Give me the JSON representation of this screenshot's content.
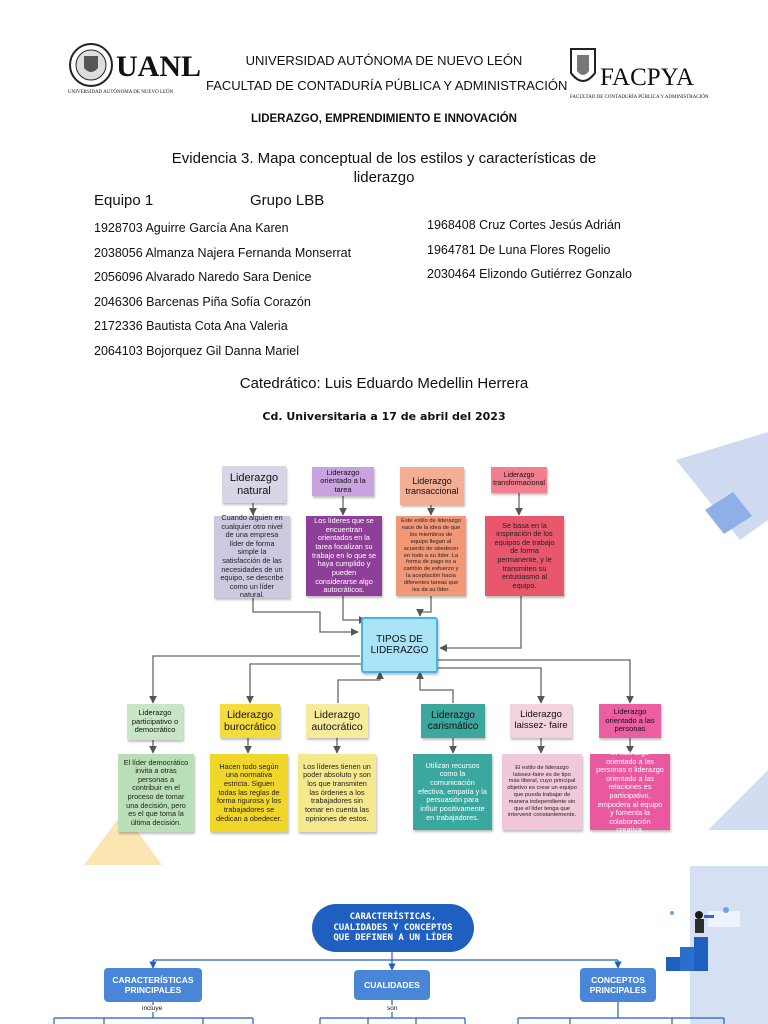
{
  "header": {
    "left_logo_text": "UANL",
    "left_logo_subtext": "UNIVERSIDAD AUTÓNOMA DE NUEVO LEÓN",
    "university": "UNIVERSIDAD AUTÓNOMA DE NUEVO LEÓN",
    "faculty": "FACULTAD DE CONTADURÍA PÚBLICA Y ADMINISTRACIÓN",
    "right_logo_text": "FACPYA",
    "right_logo_subtext": "FACULTAD DE CONTADURÍA PÚBLICA Y ADMINISTRACIÓN"
  },
  "course": "LIDERAZGO, EMPRENDIMIENTO E INNOVACIÓN",
  "title_line1": "Evidencia 3. Mapa conceptual de los estilos y características de",
  "title_line2": "liderazgo",
  "team": "Equipo 1",
  "group": "Grupo LBB",
  "members_left": [
    "1928703 Aguirre García Ana Karen",
    "2038056 Almanza Najera Fernanda Monserrat",
    "2056096 Alvarado Naredo Sara Denice",
    "2046306 Barcenas Piña Sofía Corazón",
    "2172336 Bautista Cota Ana Valeria",
    "2064103 Bojorquez Gil Danna Mariel"
  ],
  "members_right": [
    "1968408 Cruz Cortes Jesús Adrián",
    "1964781 De Luna Flores Rogelio",
    "2030464 Elizondo Gutiérrez Gonzalo"
  ],
  "teacher": "Catedrático: Luis Eduardo Medellin Herrera",
  "place_date": "Cd. Universitaria a 17 de abril del 2023",
  "map": {
    "center": "TIPOS DE LIDERAZGO",
    "top_styles": [
      {
        "label": "Liderazgo natural",
        "color": "#d9d5e6",
        "note_color": "#cdc8e0",
        "note": "Cuando alguien en cualquier otro nivel de una empresa líder de forma simple la satisfacción de las necesidades de un equipo, se describe como un líder natural."
      },
      {
        "label": "Liderazgo orientado a la tarea",
        "color": "#c9a3e0",
        "note_color": "#8e3f97",
        "note": "Los líderes que se encuentran orientados en la tarea focalizan su trabajo en lo que se haya cumplido y pueden considerarse algo autocráticos."
      },
      {
        "label": "Liderazgo transaccional",
        "color": "#f4ae93",
        "note_color": "#f39877",
        "note": "Este estilo de liderazgo nace de la idea de que los miembros de equipo llegan al acuerdo de obedecer en todo a su líder. La forma de pago es a cambio de esfuerzo y la aceptación hacia diferentes tareas que les da su líder."
      },
      {
        "label": "Liderazgo transformacional",
        "color": "#f27f8f",
        "note_color": "#e8576c",
        "note": "Se basa en la inspiración de los equipos de trabajo de forma permanente, y le transmiten su entusiasmo al equipo."
      }
    ],
    "bottom_styles": [
      {
        "label": "Liderazgo participativo o democrático",
        "color": "#c8e6c5",
        "note_color": "#b9dfb6",
        "note": "El líder democrático invita a otras personas a contribuir en el proceso de tomar una decisión, pero es el que toma la última decisión."
      },
      {
        "label": "Liderazgo burocrático",
        "color": "#f4dc3c",
        "note_color": "#f1d62a",
        "note": "Hacen todo según una normativa estricta. Siguen todas las reglas de forma rigurosa y los trabajadores se dedican a obedecer."
      },
      {
        "label": "Liderazgo autocrático",
        "color": "#f8ec9c",
        "note_color": "#f6e88c",
        "note": "Los líderes tienen un poder absoluto y son los que transmiten las órdenes a los trabajadores sin tomar en cuenta las opiniones de estos."
      },
      {
        "label": "Liderazgo carismático",
        "color": "#3ba79e",
        "note_color": "#3aa89f",
        "note": "Utilizan recursos como la comunicación efectiva, empatía y la persuasión para influir positivamente en trabajadores."
      },
      {
        "label": "Liderazgo laissez- faire",
        "color": "#f3d2e0",
        "note_color": "#f1c8d9",
        "note": "El estilo de liderazgo laissez-faire es de tipo más liberal, cuyo principal objetivo es crear un equipo que pueda trabajar de manera independiente sin que el líder tenga que intervenir constantemente."
      },
      {
        "label": "Liderazgo orientado a las personas",
        "color": "#ec5ea2",
        "note_color": "#ea58a0",
        "note": "El liderazgo orientado a las personas o liderazgo orientado a las relaciones es participativo, empodera al equipo y fomenta la colaboración creativa."
      }
    ]
  },
  "second_map": {
    "title": "CARACTERÍSTICAS, CUALIDADES Y CONCEPTOS QUE DEFINEN A UN LÍDER",
    "branches": [
      "CARACTERÍSTICAS PRINCIPALES",
      "CUALIDADES",
      "CONCEPTOS PRINCIPALES"
    ],
    "connectors": [
      "incluye",
      "son"
    ]
  },
  "colors": {
    "accent_blue": "#1f5fbf",
    "center_node": "#a9e3f5",
    "deco_blue": "#c7d3ef",
    "deco_yellow": "#fbe7b5"
  }
}
